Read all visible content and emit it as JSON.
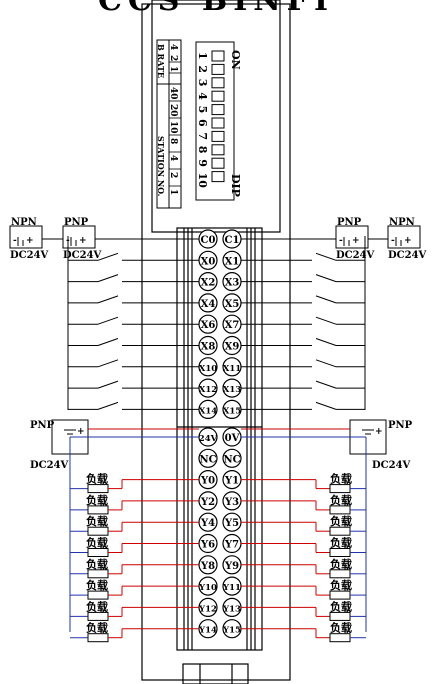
{
  "header_text": "CCS BINFI",
  "dip": {
    "on_label": "ON",
    "dip_label": "DIP",
    "switch_numbers": [
      "1",
      "2",
      "3",
      "4",
      "5",
      "6",
      "7",
      "8",
      "9",
      "10"
    ]
  },
  "config_table": {
    "b_rate_label": "B RATE",
    "b_rate_values": [
      "4",
      "2",
      "1"
    ],
    "station_values": [
      "40",
      "20",
      "10",
      "8",
      "4",
      "2",
      "1"
    ],
    "station_label": "STATION NO."
  },
  "input_terminals": [
    [
      "C0",
      "C1"
    ],
    [
      "X0",
      "X1"
    ],
    [
      "X2",
      "X3"
    ],
    [
      "X4",
      "X5"
    ],
    [
      "X6",
      "X7"
    ],
    [
      "X8",
      "X9"
    ],
    [
      "X10",
      "X11"
    ],
    [
      "X12",
      "X13"
    ],
    [
      "X14",
      "X15"
    ]
  ],
  "output_terminals": [
    [
      "24V",
      "0V"
    ],
    [
      "NC",
      "NC"
    ],
    [
      "Y0",
      "Y1"
    ],
    [
      "Y2",
      "Y3"
    ],
    [
      "Y4",
      "Y5"
    ],
    [
      "Y6",
      "Y7"
    ],
    [
      "Y8",
      "Y9"
    ],
    [
      "Y10",
      "Y11"
    ],
    [
      "Y12",
      "Y13"
    ],
    [
      "Y14",
      "Y15"
    ]
  ],
  "sensor_labels": {
    "npn": "NPN",
    "pnp": "PNP",
    "dc24v": "DC24V",
    "plus": "+",
    "minus": "-"
  },
  "load_label": "负载",
  "colors": {
    "line": "#000000",
    "positive_wire": "#cc0000",
    "negative_wire": "#2233aa"
  }
}
